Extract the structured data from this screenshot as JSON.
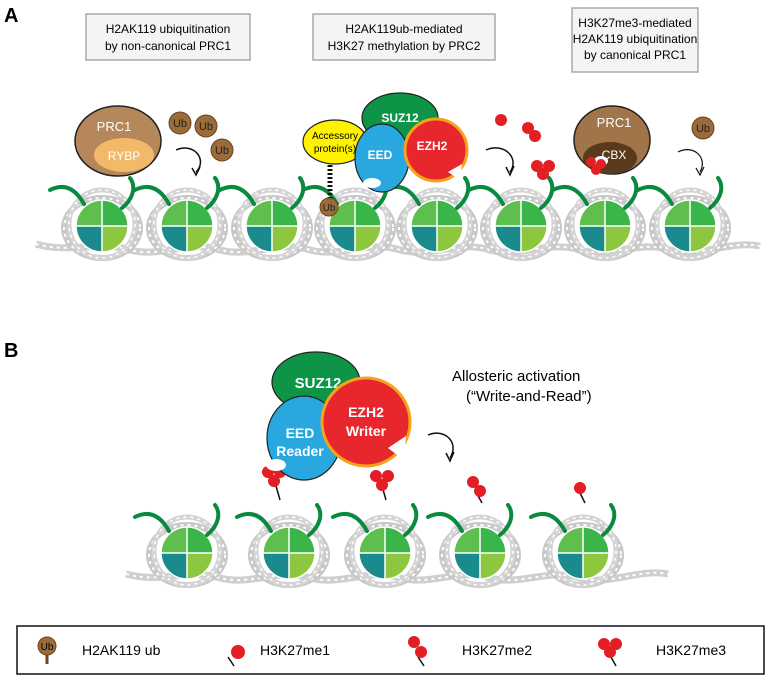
{
  "panel_a": {
    "label": "A",
    "box1": {
      "line1": "H2AK119 ubiquitination",
      "line2": "by non-canonical PRC1"
    },
    "box2": {
      "line1": "H2AK119ub-mediated",
      "line2": "H3K27 methylation by PRC2"
    },
    "box3": {
      "line1": "H3K27me3-mediated",
      "line2": "H2AK119 ubiquitination",
      "line3": "by canonical PRC1"
    },
    "prc1_noncanonical": {
      "name": "PRC1",
      "subunit": "RYBP"
    },
    "ub": "Ub",
    "accessory": {
      "line1": "Accessory",
      "line2": "protein(s)"
    },
    "prc2": {
      "suz12": "SUZ12",
      "eed": "EED",
      "ezh2": "EZH2"
    },
    "prc1_canonical": {
      "name": "PRC1",
      "subunit": "CBX"
    }
  },
  "panel_b": {
    "label": "B",
    "prc2": {
      "suz12": "SUZ12",
      "eed": "EED",
      "eed_role": "Reader",
      "ezh2": "EZH2",
      "ezh2_role": "Writer"
    },
    "activation": {
      "line1": "Allosteric activation",
      "line2": "(“Write-and-Read”)"
    }
  },
  "legend": {
    "ub_icon": "Ub",
    "items": [
      "H2AK119 ub",
      "H3K27me1",
      "H3K27me2",
      "H3K27me3"
    ]
  },
  "colors": {
    "prc1_noncanonical": "#b5875a",
    "rybp": "#f2b96a",
    "prc1_canonical": "#a0754a",
    "cbx": "#5a3a1c",
    "ub": "#9b6b3a",
    "suz12": "#0d9447",
    "eed": "#29a8e0",
    "ezh2": "#e8262d",
    "accessory": "#fff200",
    "methyl": "#e31e24",
    "histone_teal": "#1a8a8c",
    "histone_lightgreen": "#8dc63f",
    "histone_green": "#39b54a",
    "histone_darkgreen": "#0a8a3e"
  }
}
